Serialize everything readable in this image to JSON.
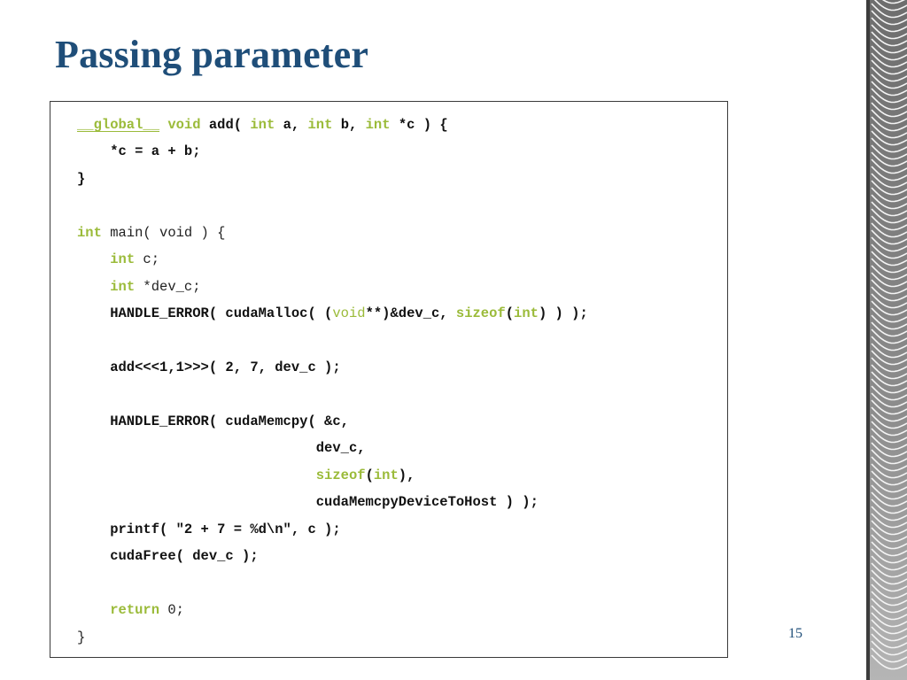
{
  "slide": {
    "title": "Passing parameter",
    "page_number": "15"
  },
  "code": {
    "lines": [
      [
        {
          "t": "__global__",
          "c": "g"
        },
        {
          "t": " ",
          "c": "b"
        },
        {
          "t": "void",
          "c": "k"
        },
        {
          "t": " add( ",
          "c": "b"
        },
        {
          "t": "int",
          "c": "k"
        },
        {
          "t": " a, ",
          "c": "b"
        },
        {
          "t": "int",
          "c": "k"
        },
        {
          "t": " b, ",
          "c": "b"
        },
        {
          "t": "int",
          "c": "k"
        },
        {
          "t": " *c ) {",
          "c": "b"
        }
      ],
      [
        {
          "t": "    *c = a + b;",
          "c": "b"
        }
      ],
      [
        {
          "t": "}",
          "c": "b"
        }
      ],
      [],
      [
        {
          "t": "int",
          "c": "k"
        },
        {
          "t": " main( void ) {",
          "c": "n"
        }
      ],
      [
        {
          "t": "    ",
          "c": "n"
        },
        {
          "t": "int",
          "c": "k"
        },
        {
          "t": " c;",
          "c": "n"
        }
      ],
      [
        {
          "t": "    ",
          "c": "n"
        },
        {
          "t": "int",
          "c": "k"
        },
        {
          "t": " *dev_c;",
          "c": "n"
        }
      ],
      [
        {
          "t": "    HANDLE_ERROR( cudaMalloc( (",
          "c": "b"
        },
        {
          "t": "void",
          "c": "kn"
        },
        {
          "t": "**)&dev_c, ",
          "c": "b"
        },
        {
          "t": "sizeof",
          "c": "k"
        },
        {
          "t": "(",
          "c": "b"
        },
        {
          "t": "int",
          "c": "k"
        },
        {
          "t": ") ) );",
          "c": "b"
        }
      ],
      [],
      [
        {
          "t": "    add<<<1,1>>>( 2, 7, dev_c );",
          "c": "b"
        }
      ],
      [],
      [
        {
          "t": "    HANDLE_ERROR( cudaMemcpy( &c,",
          "c": "b"
        }
      ],
      [
        {
          "t": "                             dev_c,",
          "c": "b"
        }
      ],
      [
        {
          "t": "                             ",
          "c": "b"
        },
        {
          "t": "sizeof",
          "c": "k"
        },
        {
          "t": "(",
          "c": "b"
        },
        {
          "t": "int",
          "c": "k"
        },
        {
          "t": "),",
          "c": "b"
        }
      ],
      [
        {
          "t": "                             cudaMemcpyDeviceToHost ) );",
          "c": "b"
        }
      ],
      [
        {
          "t": "    printf( \"2 + 7 = %d\\n\", c );",
          "c": "b"
        }
      ],
      [
        {
          "t": "    cudaFree( dev_c );",
          "c": "b"
        }
      ],
      [],
      [
        {
          "t": "    ",
          "c": "n"
        },
        {
          "t": "return",
          "c": "k"
        },
        {
          "t": " 0;",
          "c": "n"
        }
      ],
      [
        {
          "t": "}",
          "c": "n"
        }
      ]
    ]
  },
  "colors": {
    "title": "#1f4e79",
    "keyword": "#9bbb3a",
    "code_text": "#111111",
    "border": "#3a3a3a"
  }
}
